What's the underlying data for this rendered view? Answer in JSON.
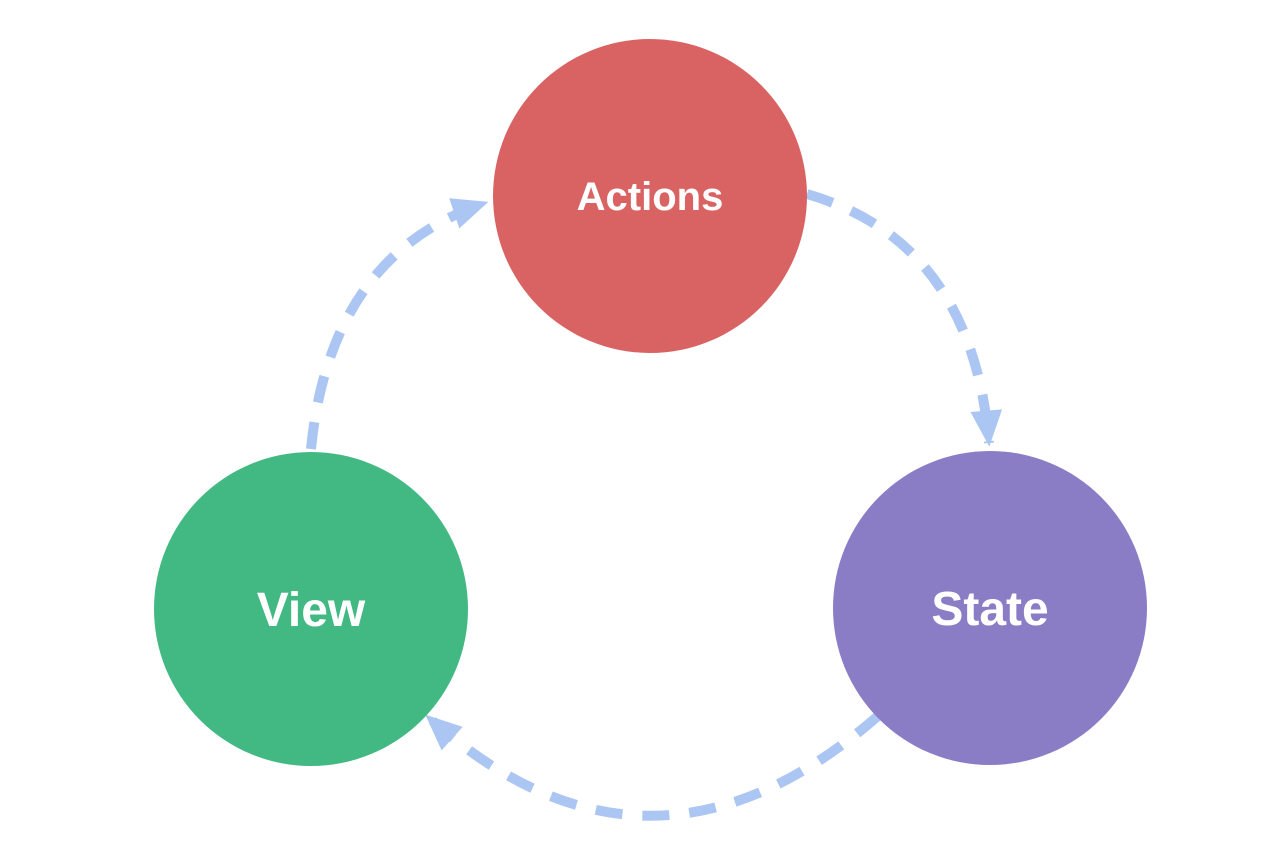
{
  "diagram": {
    "background_color": "#ffffff",
    "arrow_color": "#abc6f2",
    "nodes": [
      {
        "id": "actions",
        "label": "Actions",
        "color": "#d96363",
        "text_color": "#ffffff"
      },
      {
        "id": "state",
        "label": "State",
        "color": "#8b7cc6",
        "text_color": "#ffffff"
      },
      {
        "id": "view",
        "label": "View",
        "color": "#42b983",
        "text_color": "#ffffff"
      }
    ],
    "edges": [
      {
        "from": "Actions",
        "to": "State"
      },
      {
        "from": "State",
        "to": "View"
      },
      {
        "from": "View",
        "to": "Actions"
      }
    ]
  }
}
